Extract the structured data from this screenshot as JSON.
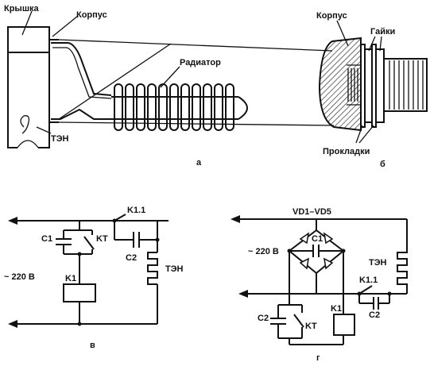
{
  "panel_a": {
    "lid_label": "Крышка",
    "body_label": "Корпус",
    "radiator_label": "Радиатор",
    "heater_label": "ТЭН",
    "caption": "а"
  },
  "panel_b": {
    "body_label": "Корпус",
    "nuts_label": "Гайки",
    "gaskets_label": "Прокладки",
    "caption": "б"
  },
  "panel_v": {
    "capacitor_c1": "C1",
    "contact_kt": "KT",
    "relay_contact_k11": "K1.1",
    "capacitor_c2": "C2",
    "heater_label": "ТЭН",
    "voltage_label": "~ 220 В",
    "relay_k1": "K1",
    "caption": "в"
  },
  "panel_g": {
    "diode_bridge_label": "VD1–VD5",
    "capacitor_c1": "C1",
    "voltage_label": "~ 220 В",
    "heater_label": "ТЭН",
    "relay_contact_k11": "K1.1",
    "capacitor_c2_right": "C2",
    "capacitor_c2_left": "C2",
    "contact_kt": "KT",
    "relay_k1": "K1",
    "caption": "г"
  }
}
